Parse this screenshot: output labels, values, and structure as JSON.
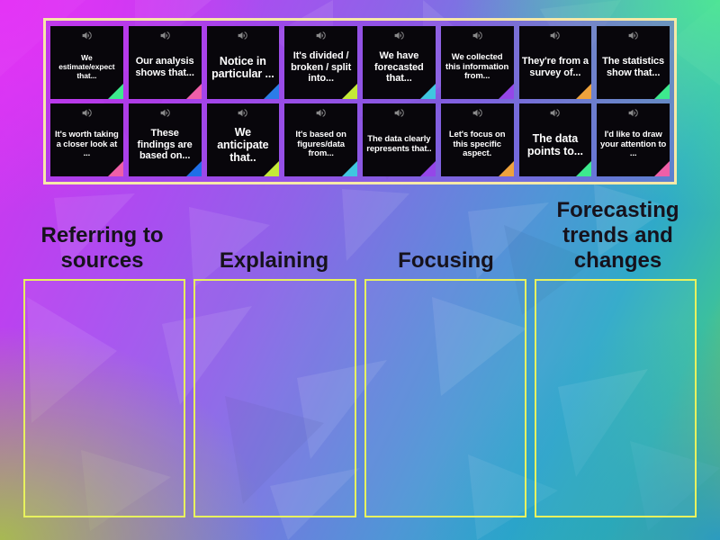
{
  "activity": {
    "type": "group-sort",
    "tray_border_color": "#f7e9a8",
    "dropzone_border_color": "#e8f25e",
    "card_background_color": "#08060b",
    "heading_text_color": "#16121c"
  },
  "tray": {
    "label": "word-card-tray",
    "cards": [
      {
        "text": "We estimate/expect that...",
        "corner_color": "#3dea8e",
        "icon": "speaker-icon",
        "size": "fs-xs"
      },
      {
        "text": "Our analysis shows that...",
        "corner_color": "#ef5fa8",
        "icon": "speaker-icon",
        "size": "fs-md"
      },
      {
        "text": "Notice in particular ...",
        "corner_color": "#2a7de8",
        "icon": "speaker-icon",
        "size": "fs-lg"
      },
      {
        "text": "It's divided / broken / split into...",
        "corner_color": "#c4ea38",
        "icon": "speaker-icon",
        "size": "fs-md"
      },
      {
        "text": "We have forecasted that...",
        "corner_color": "#3fc6e0",
        "icon": "speaker-icon",
        "size": "fs-md"
      },
      {
        "text": "We collected this information from...",
        "corner_color": "#9546e8",
        "icon": "speaker-icon",
        "size": "fs-sm"
      },
      {
        "text": "They're from a survey of...",
        "corner_color": "#efa23c",
        "icon": "speaker-icon",
        "size": "fs-md"
      },
      {
        "text": "The statistics show that...",
        "corner_color": "#3dea8e",
        "icon": "speaker-icon",
        "size": "fs-md"
      },
      {
        "text": "It's worth taking a closer look at ...",
        "corner_color": "#ef5fa8",
        "icon": "speaker-icon",
        "size": "fs-sm"
      },
      {
        "text": "These findings are based on...",
        "corner_color": "#1f6fe8",
        "icon": "speaker-icon",
        "size": "fs-md"
      },
      {
        "text": "We anticipate that..",
        "corner_color": "#c4ea38",
        "icon": "speaker-icon",
        "size": "fs-lg"
      },
      {
        "text": "It's based on figures/data from...",
        "corner_color": "#3fc6e0",
        "icon": "speaker-icon",
        "size": "fs-sm"
      },
      {
        "text": "The data clearly represents that..",
        "corner_color": "#9546e8",
        "icon": "speaker-icon",
        "size": "fs-sm"
      },
      {
        "text": "Let's focus on this specific aspect.",
        "corner_color": "#efa23c",
        "icon": "speaker-icon",
        "size": "fs-sm"
      },
      {
        "text": "The data points to...",
        "corner_color": "#3dea8e",
        "icon": "speaker-icon",
        "size": "fs-lg"
      },
      {
        "text": "I'd like to draw your attention to ...",
        "corner_color": "#ef5fa8",
        "icon": "speaker-icon",
        "size": "fs-sm"
      }
    ]
  },
  "categories": [
    {
      "heading": "Referring to sources"
    },
    {
      "heading": "Explaining"
    },
    {
      "heading": "Focusing"
    },
    {
      "heading": "Forecasting trends and changes"
    }
  ]
}
